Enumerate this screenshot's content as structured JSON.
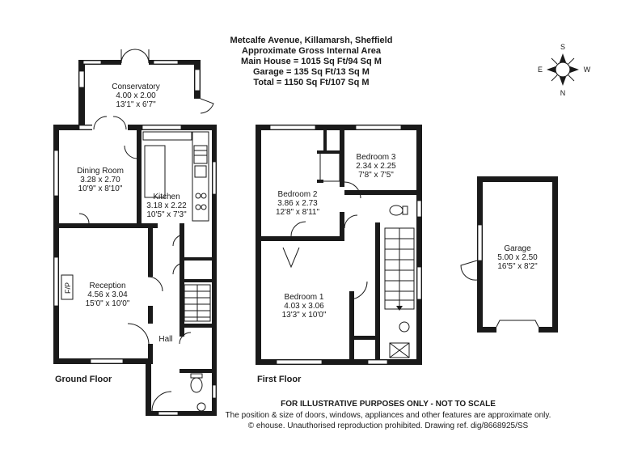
{
  "header": {
    "address": "Metcalfe Avenue, Killamarsh, Sheffield",
    "area_title": "Approximate Gross Internal Area",
    "main_house": "Main House = 1015 Sq Ft/94 Sq M",
    "garage_area": "Garage = 135 Sq Ft/13 Sq M",
    "total": "Total = 1150 Sq Ft/107 Sq M"
  },
  "compass": {
    "n": "N",
    "s": "S",
    "e": "E",
    "w": "W"
  },
  "floors": {
    "ground": "Ground Floor",
    "first": "First Floor"
  },
  "rooms": {
    "conservatory": {
      "name": "Conservatory",
      "metric": "4.00 x 2.00",
      "imperial": "13'1\" x 6'7\""
    },
    "dining": {
      "name": "Dining Room",
      "metric": "3.28 x 2.70",
      "imperial": "10'9\" x 8'10\""
    },
    "kitchen": {
      "name": "Kitchen",
      "metric": "3.18 x 2.22",
      "imperial": "10'5\" x 7'3\""
    },
    "reception": {
      "name": "Reception",
      "metric": "4.56 x 3.04",
      "imperial": "15'0\" x 10'0\""
    },
    "hall": {
      "name": "Hall"
    },
    "fireplace": {
      "name": "F/P"
    },
    "bedroom2": {
      "name": "Bedroom 2",
      "metric": "3.86 x 2.73",
      "imperial": "12'8\" x 8'11\""
    },
    "bedroom3": {
      "name": "Bedroom 3",
      "metric": "2.34 x 2.25",
      "imperial": "7'8\" x 7'5\""
    },
    "bedroom1": {
      "name": "Bedroom 1",
      "metric": "4.03 x 3.06",
      "imperial": "13'3\" x 10'0\""
    },
    "garage": {
      "name": "Garage",
      "metric": "5.00 x 2.50",
      "imperial": "16'5\" x 8'2\""
    }
  },
  "footer": {
    "disclaimer": "FOR ILLUSTRATIVE PURPOSES ONLY - NOT TO SCALE",
    "note": "The position & size of doors, windows, appliances and other features are approximate only.",
    "copyright": "© ehouse. Unauthorised reproduction prohibited. Drawing ref. dig/8668925/SS"
  }
}
